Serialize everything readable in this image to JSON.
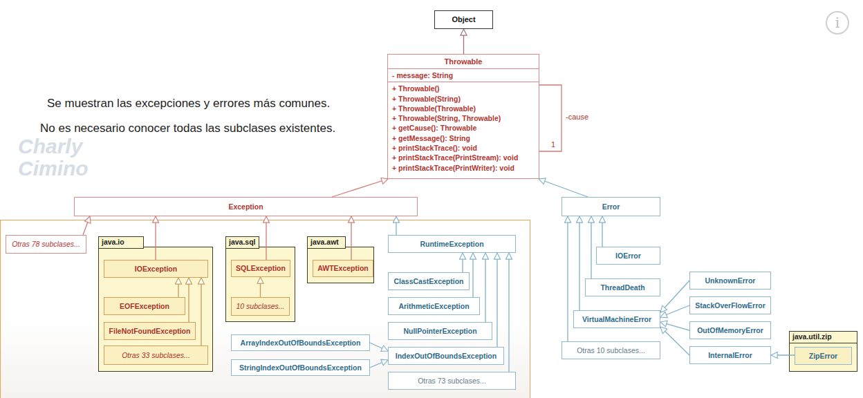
{
  "diagram": {
    "nodes": [
      {
        "text": [
          "Object"
        ]
      },
      {
        "text": [
          "Throwable",
          "- message: String",
          "+ Throwable()",
          "+ Throwable(String)",
          "+ Throwable(Throwable)",
          "+ Throwable(String, Throwable)",
          "+ getCause(): Throwable",
          "+ getMessage(): String",
          "+ printStackTrace(): void",
          "+ printStackTrace(PrintStream): void",
          "+ printStackTrace(PrintWriter): void"
        ]
      },
      {
        "text": [
          "Exception"
        ]
      },
      {
        "text": [
          "Otras 78 subclases..."
        ]
      },
      {
        "text": [
          "java.io"
        ]
      },
      {
        "text": [
          "IOException"
        ],
        "in": 4
      },
      {
        "text": [
          "EOFException"
        ],
        "in": 4
      },
      {
        "text": [
          "FileNotFoundException"
        ],
        "in": 4
      },
      {
        "text": [
          "Otras 33 subclases..."
        ],
        "in": 4
      },
      {
        "text": [
          "java.sql"
        ]
      },
      {
        "text": [
          "SQLException"
        ],
        "in": 9
      },
      {
        "text": [
          "10 subclases..."
        ],
        "in": 9
      },
      {
        "text": [
          "java.awt"
        ]
      },
      {
        "text": [
          "AWTException"
        ],
        "in": 12
      },
      {
        "text": [
          "RuntimeException"
        ]
      },
      {
        "text": [
          "ClassCastException"
        ]
      },
      {
        "text": [
          "ArithmeticException"
        ]
      },
      {
        "text": [
          "NullPointerException"
        ]
      },
      {
        "text": [
          "ArrayIndexOutOfBoundsException"
        ]
      },
      {
        "text": [
          "IndexOutOfBoundsException"
        ]
      },
      {
        "text": [
          "StringIndexOutOfBoundsException"
        ]
      },
      {
        "text": [
          "Otras 73 subclases..."
        ]
      },
      {
        "text": [
          "Error"
        ]
      },
      {
        "text": [
          "IOError"
        ]
      },
      {
        "text": [
          "UnknownError"
        ]
      },
      {
        "text": [
          "ThreadDeath"
        ]
      },
      {
        "text": [
          "StackOverFlowError"
        ]
      },
      {
        "text": [
          "VirtualMachineError"
        ]
      },
      {
        "text": [
          "OutOfMemoryError"
        ]
      },
      {
        "text": [
          "Otras 10 subclases..."
        ]
      },
      {
        "text": [
          "java.util.zip"
        ]
      },
      {
        "text": [
          "InternalError"
        ]
      },
      {
        "text": [
          "ZipError"
        ],
        "in": 30
      }
    ],
    "edges": [
      {
        "from": 1,
        "to": 0,
        "arrow": "to"
      },
      {
        "from": 1,
        "to": 1,
        "label": "-cause",
        "arrow": "none"
      },
      {
        "from": 2,
        "to": 1,
        "arrow": "to"
      },
      {
        "from": 22,
        "to": 1,
        "arrow": "to"
      },
      {
        "from": 3,
        "to": 2,
        "arrow": "to"
      },
      {
        "from": 5,
        "to": 2,
        "arrow": "to"
      },
      {
        "from": 10,
        "to": 2,
        "arrow": "to"
      },
      {
        "from": 13,
        "to": 2,
        "arrow": "to"
      },
      {
        "from": 14,
        "to": 2,
        "arrow": "to"
      },
      {
        "from": 6,
        "to": 5,
        "arrow": "to"
      },
      {
        "from": 7,
        "to": 5,
        "arrow": "to"
      },
      {
        "from": 8,
        "to": 5,
        "arrow": "to"
      },
      {
        "from": 11,
        "to": 10,
        "arrow": "to"
      },
      {
        "from": 15,
        "to": 14,
        "arrow": "to"
      },
      {
        "from": 16,
        "to": 14,
        "arrow": "to"
      },
      {
        "from": 17,
        "to": 14,
        "arrow": "to"
      },
      {
        "from": 19,
        "to": 14,
        "arrow": "to"
      },
      {
        "from": 21,
        "to": 14,
        "arrow": "to"
      },
      {
        "from": 18,
        "to": 19,
        "arrow": "to"
      },
      {
        "from": 20,
        "to": 19,
        "arrow": "to"
      },
      {
        "from": 23,
        "to": 22,
        "arrow": "to"
      },
      {
        "from": 25,
        "to": 22,
        "arrow": "to"
      },
      {
        "from": 27,
        "to": 22,
        "arrow": "to"
      },
      {
        "from": 29,
        "to": 22,
        "arrow": "to"
      },
      {
        "from": 24,
        "to": 27,
        "arrow": "to"
      },
      {
        "from": 26,
        "to": 27,
        "arrow": "to"
      },
      {
        "from": 28,
        "to": 27,
        "arrow": "to"
      },
      {
        "from": 31,
        "to": 27,
        "arrow": "to"
      },
      {
        "from": 32,
        "to": 31,
        "arrow": "to"
      }
    ],
    "labels": [
      "Se muestran las excepciones y errores más comunes.",
      "No es necesario conocer todas las subclases existentes.",
      "1",
      "Charly Cimino",
      "i"
    ]
  }
}
